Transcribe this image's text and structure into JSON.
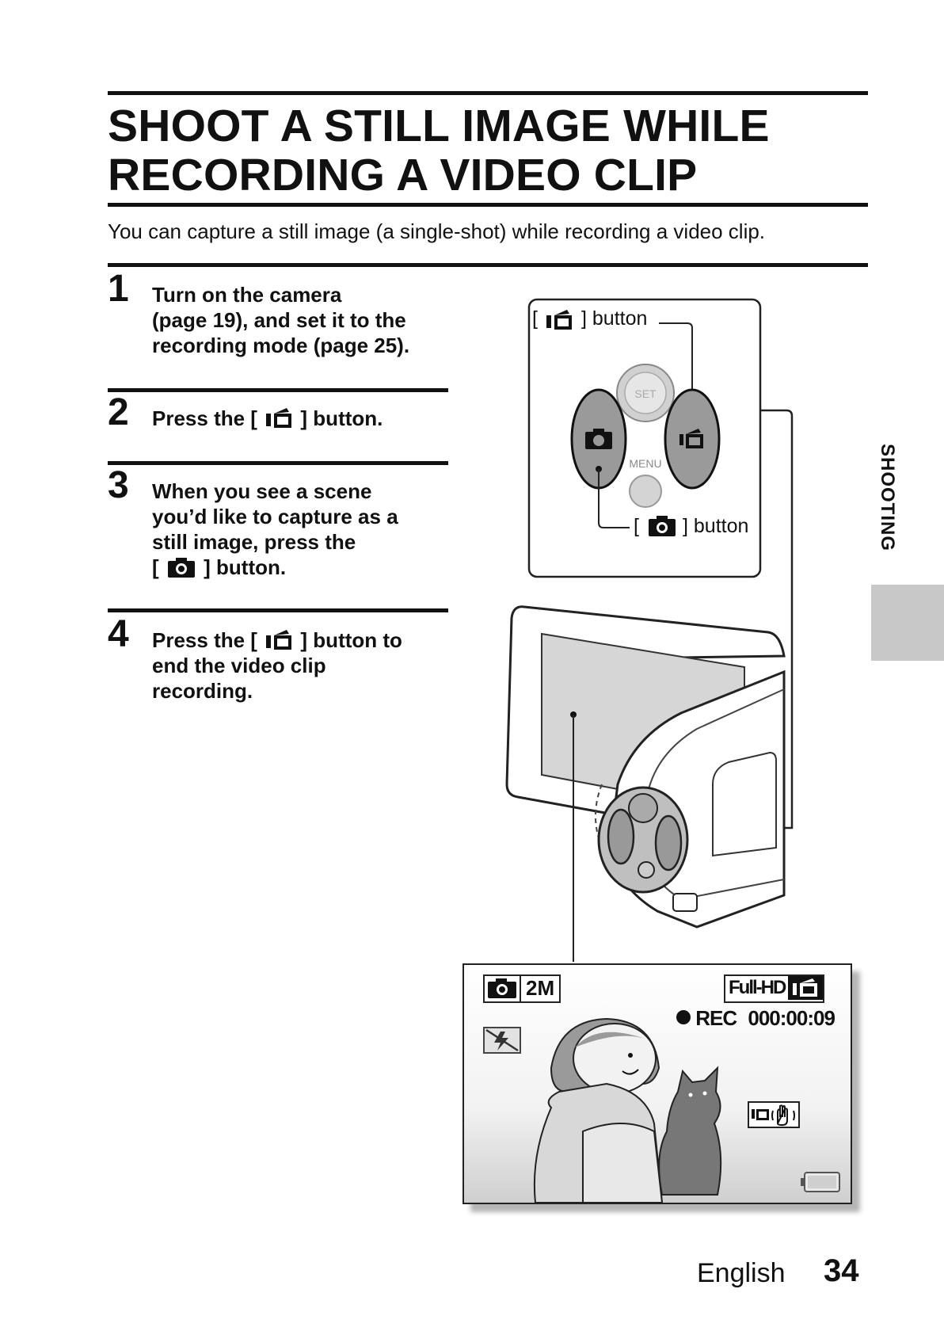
{
  "title": {
    "line1": "SHOOT A STILL IMAGE WHILE",
    "line2": "RECORDING A VIDEO CLIP"
  },
  "intro": "You can capture a still image (a single-shot) while recording a video clip.",
  "steps": [
    {
      "number": "1",
      "lines": [
        "Turn on the camera",
        "(page 19), and set it to the",
        "recording mode (page 25)."
      ]
    },
    {
      "number": "2",
      "prefix": "Press the [",
      "suffix": "] button."
    },
    {
      "number": "3",
      "lines": [
        "When you see a scene",
        "you’d like to capture as a",
        "still image, press the"
      ],
      "last_prefix": "[",
      "last_suffix": "] button."
    },
    {
      "number": "4",
      "prefix": "Press the [",
      "suffix": "] button to",
      "lines": [
        "end the video clip",
        "recording."
      ]
    }
  ],
  "diagram": {
    "video_button_label": "] button",
    "photo_button_label": "] button",
    "bracket_open": "[",
    "set_label": "SET",
    "menu_label": "MENU"
  },
  "screen": {
    "resolution_badge": "2M",
    "fullhd_badge": "Full-HD",
    "rec_status": "REC",
    "rec_time": "000:00:09"
  },
  "side_tab": "SHOOTING",
  "footer": {
    "language": "English",
    "page": "34"
  },
  "icons": [
    "video-camera-icon",
    "photo-camera-icon",
    "flash-off-icon",
    "stabilizer-icon",
    "battery-icon"
  ]
}
